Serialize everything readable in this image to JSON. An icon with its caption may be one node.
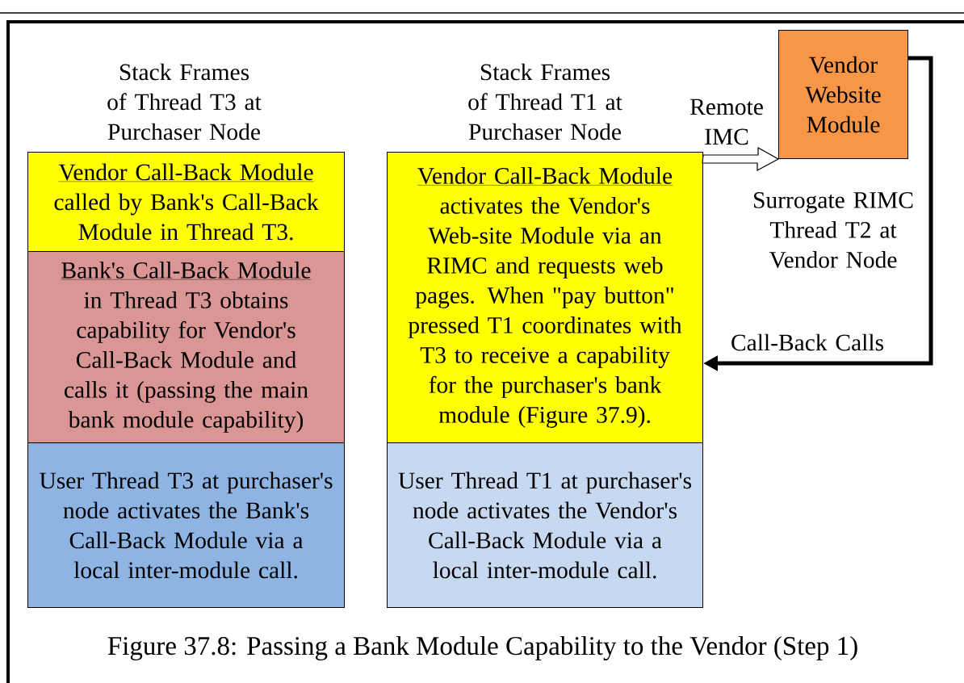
{
  "diagram": {
    "caption": "Figure 37.8:  Passing a Bank Module Capability to the Vendor (Step 1)",
    "nodes": [
      {
        "text": [
          "Vendor Call-Back Module",
          "called by Bank's Call-Back Module in Thread T3."
        ]
      },
      {
        "text": [
          "Bank's Call-Back Module",
          "in Thread T3 obtains capability for Vendor's Call-Back Module and calls it (passing the main bank module capability)"
        ]
      },
      {
        "text": [
          "User Thread T3 at purchaser's node activates the Bank's Call-Back Module via a local inter-module call."
        ]
      },
      {
        "text": [
          "Vendor Call-Back Module",
          "activates the Vendor's Web-site Module via an RIMC and requests web pages. When \"pay button\" pressed T1 coordinates with T3 to receive a capability for the purchaser's bank module (Figure 37.9)."
        ]
      },
      {
        "text": [
          "User Thread T1 at purchaser's node activates the Vendor's Call-Back Module via a local inter-module call."
        ]
      },
      {
        "text": [
          "Vendor Website Module"
        ]
      }
    ],
    "edges": [
      {
        "from": 3,
        "to": 5,
        "arrow": "to",
        "label": "Remote IMC"
      },
      {
        "from": 5,
        "to": 3,
        "arrow": "to",
        "label": "Call-Back Calls"
      }
    ],
    "labels": [
      "Stack Frames of Thread T3 at Purchaser Node",
      "Stack Frames of Thread T1 at Purchaser Node",
      "Surrogate RIMC Thread T2 at Vendor Node"
    ]
  }
}
